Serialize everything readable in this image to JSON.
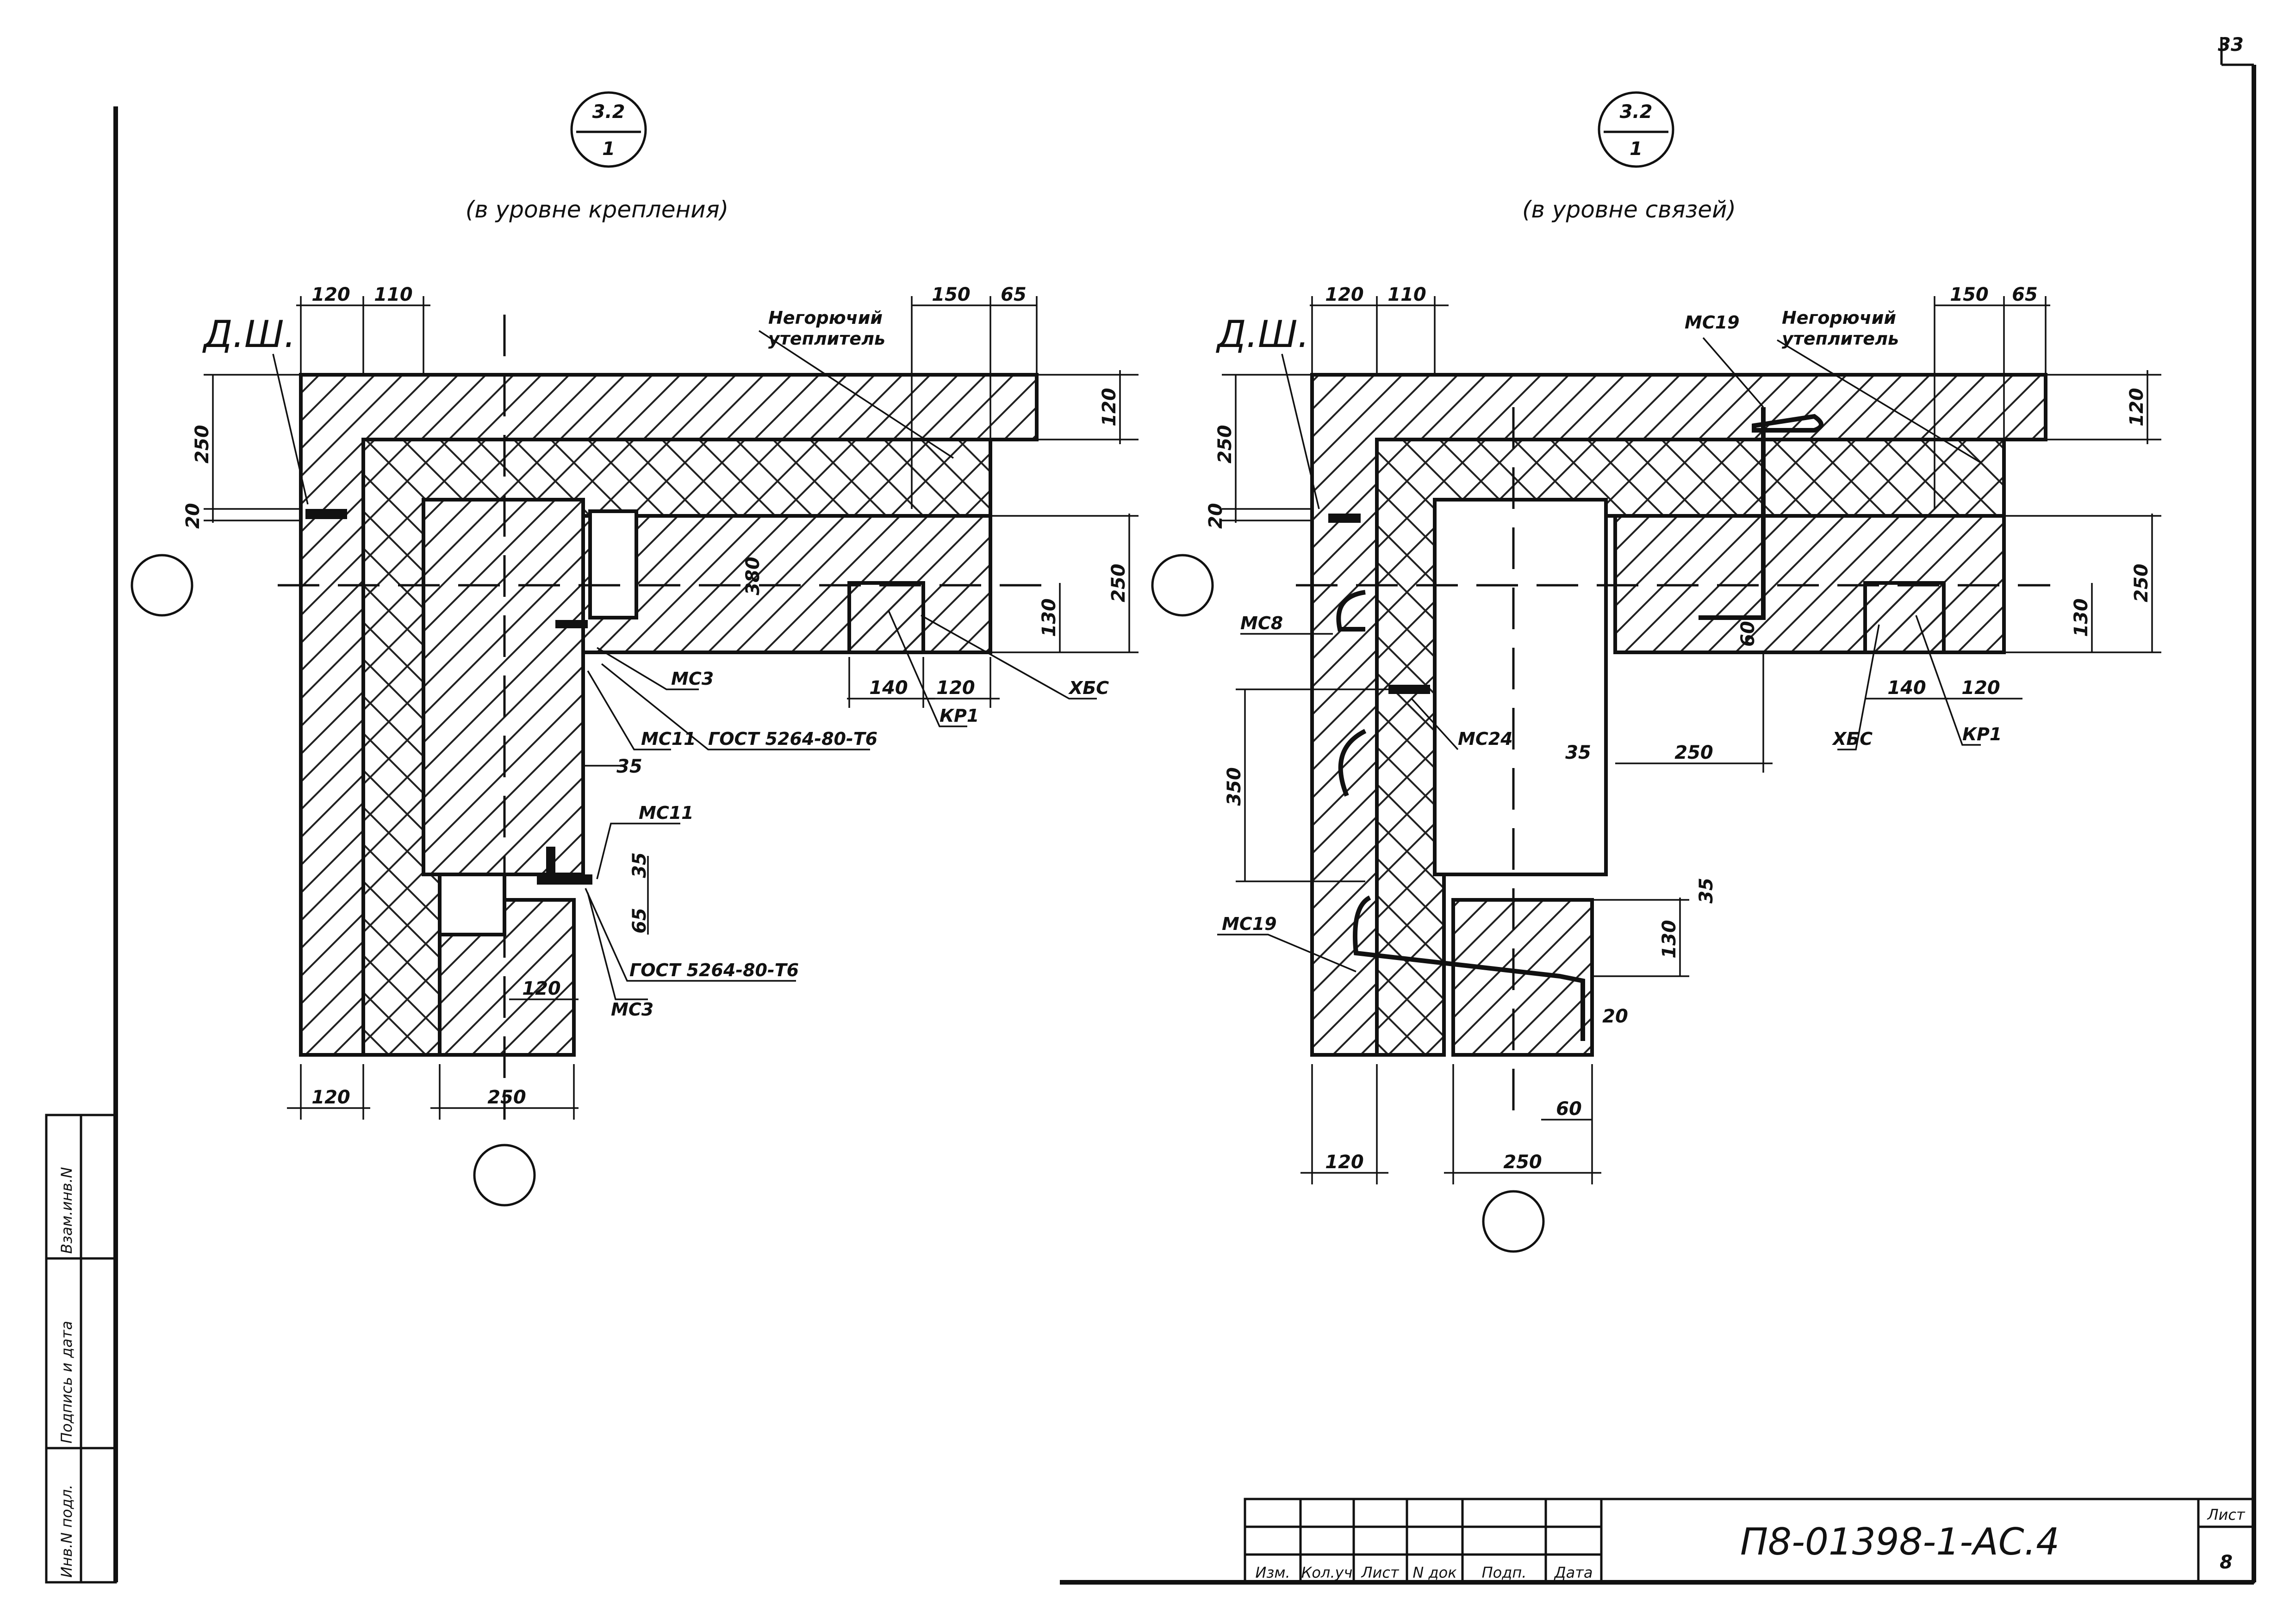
{
  "sheet": {
    "corner_mark": "33"
  },
  "left_detail": {
    "callout_top": "3.2",
    "callout_bottom": "1",
    "caption": "(в уровне крепления)",
    "insulation_label_1": "Негорючий",
    "insulation_label_2": "утеплитель",
    "dsh_label": "Д.Ш.",
    "dims": {
      "top_1": "120",
      "top_2": "110",
      "top_3": "150",
      "top_4": "65",
      "right_1": "120",
      "right_2": "250",
      "right_3": "130",
      "mid_v": "380",
      "left_1": "250",
      "left_2": "20",
      "mid_1": "140",
      "mid_2": "120",
      "gap": "35",
      "small_1": "35",
      "small_2": "65",
      "inner": "120",
      "bottom_1": "120",
      "bottom_2": "250"
    },
    "labels": {
      "ms3": "МС3",
      "ms11": "МС11",
      "gost": "ГОСТ 5264-80-Т6",
      "kp1": "КР1",
      "hbs": "ХБС",
      "ms11_b": "МС11",
      "gost_b": "ГОСТ 5264-80-Т6",
      "ms3_b": "МС3"
    }
  },
  "right_detail": {
    "callout_top": "3.2",
    "callout_bottom": "1",
    "caption": "(в уровне связей)",
    "insulation_label_1": "Негорючий",
    "insulation_label_2": "утеплитель",
    "dsh_label": "Д.Ш.",
    "dims": {
      "top_1": "120",
      "top_2": "110",
      "top_3": "150",
      "top_4": "65",
      "right_1": "120",
      "right_2": "250",
      "right_3": "130",
      "left_1": "250",
      "left_2": "20",
      "rebar_v": "60",
      "gap": "35",
      "mid_h": "250",
      "mid_1": "140",
      "mid_2": "120",
      "tall": "350",
      "small_1": "35",
      "small_2": "130",
      "tiny": "20",
      "foot": "60",
      "bottom_1": "120",
      "bottom_2": "250"
    },
    "labels": {
      "ms19_top": "МС19",
      "ms8": "МС8",
      "ms24": "МС24",
      "hbs": "ХБС",
      "kp1": "КР1",
      "ms19": "МС19"
    }
  },
  "side_stamp": {
    "inv_orig": "Инв.N подл.",
    "sign_date": "Подпись и дата",
    "replace_inv": "Взам.инв.N"
  },
  "title_block": {
    "columns": [
      "Изм.",
      "Кол.уч",
      "Лист",
      "N док",
      "Подп.",
      "Дата"
    ],
    "document_code": "П8-01398-1-АС.4",
    "sheet_label": "Лист",
    "sheet_number": "8"
  }
}
